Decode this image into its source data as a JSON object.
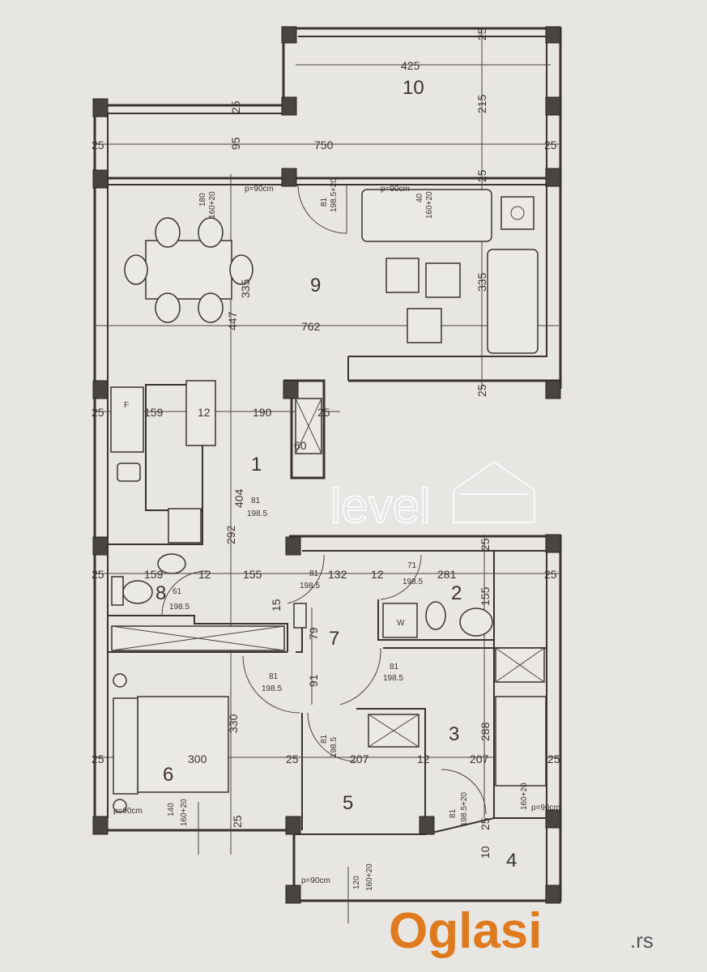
{
  "rooms": [
    "10",
    "9",
    "1",
    "8",
    "2",
    "7",
    "3",
    "6",
    "5",
    "4"
  ],
  "dimensions": {
    "terrace_width": "425",
    "terrace_depth": "215",
    "overall_width": "750",
    "living_width": "762",
    "living_depth": "335",
    "dining_depth": "335",
    "living_left_depth": "447",
    "hall_depth": "404",
    "hall_lower": "292",
    "wall_25": "25",
    "wall_12": "12",
    "kitchen_width": "159",
    "hall_width": "190",
    "shaft": "60",
    "wc_width": "159",
    "corridor_155": "155",
    "corridor_132": "132",
    "bath_width": "281",
    "bath_depth": "155",
    "hall7_79": "79",
    "hall7_91": "91",
    "bedroom6_width": "300",
    "bedroom6_depth": "330",
    "room5_width": "207",
    "room3_width": "207",
    "room3_depth": "288",
    "wall_95": "95",
    "wall_15": "15",
    "balcony_10": "10",
    "window_180": "180",
    "window_140": "140",
    "window_120": "120",
    "window_40": "40"
  },
  "doors": {
    "d81": "81",
    "d71": "71",
    "d61": "61",
    "h1985": "198.5",
    "h1985p20": "198.5+20",
    "w160p20": "160+20",
    "parapet": "p=90cm"
  },
  "fixtures": {
    "fridge": "F",
    "washer": "W"
  },
  "watermarks": {
    "agency": "level",
    "site": "Oglasi",
    "tld": ".rs"
  }
}
